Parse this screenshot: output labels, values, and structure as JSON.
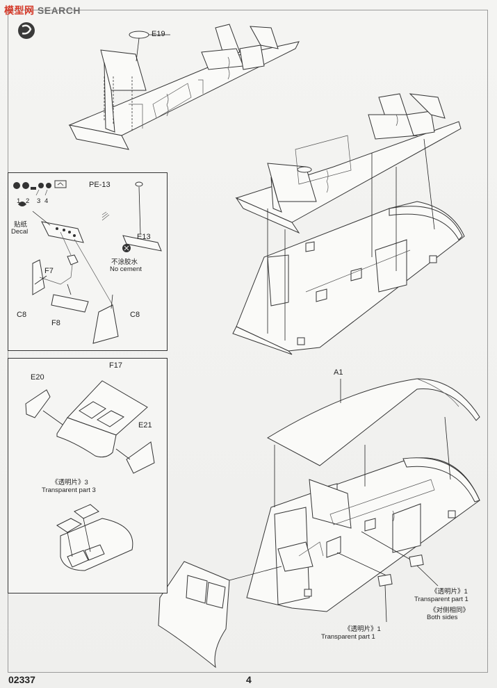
{
  "watermark": {
    "part1": "模型",
    "part2": "网",
    "part3": "SEARCH"
  },
  "footer": {
    "code": "02337",
    "page": "4"
  },
  "main": {
    "e19": "E19",
    "a1": "A1",
    "transparent_left_cn": "《透明片》1",
    "transparent_left_en": "Transparent part 1",
    "transparent_right_cn": "《透明片》1",
    "transparent_right_en": "Transparent part 1",
    "both_sides_cn": "《对侧相同》",
    "both_sides_en": "Both sides"
  },
  "panel_dash": {
    "numbers": [
      "1",
      "2",
      "3",
      "4"
    ],
    "decal_cn": "贴纸",
    "decal_en": "Decal",
    "pe13": "PE-13",
    "e13": "E13",
    "no_cement_cn": "不涂胶水",
    "no_cement_en": "No cement",
    "f7": "F7",
    "f8": "F8",
    "c8_left": "C8",
    "c8_right": "C8"
  },
  "panel_canopy": {
    "e20": "E20",
    "f17": "F17",
    "e21": "E21",
    "transparent_cn": "《透明片》3",
    "transparent_en": "Transparent part 3"
  }
}
